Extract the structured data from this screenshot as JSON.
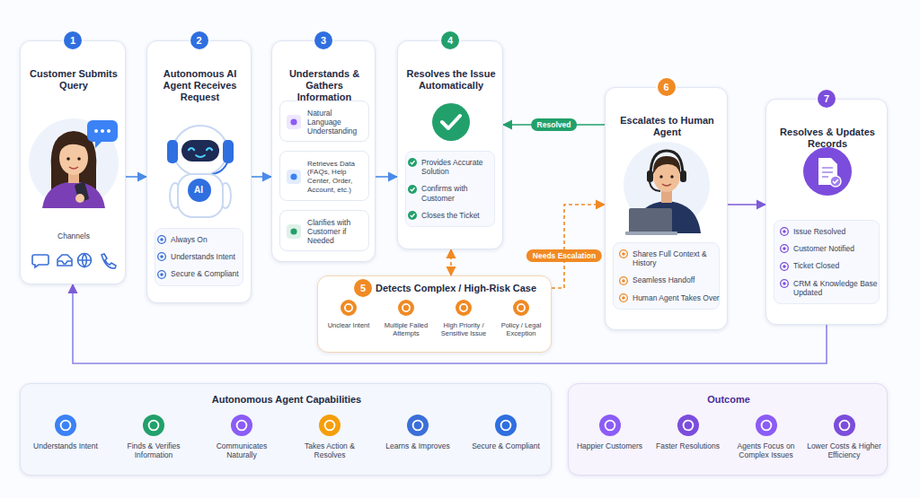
{
  "diagram": {
    "nodes": [
      {
        "text": [
          "Customer Submits Query",
          "Channels"
        ]
      },
      {
        "text": [
          "Autonomous AI Agent Receives Request",
          "Always On",
          "Understands Intent",
          "Secure & Compliant"
        ]
      },
      {
        "text": [
          "Understands & Gathers Information"
        ]
      },
      {
        "text": [
          "Natural Language Understanding"
        ],
        "in": 2
      },
      {
        "text": [
          "Retrieves Data (FAQs, Help Center, Order, Account, etc.)"
        ],
        "in": 2
      },
      {
        "text": [
          "Clarifies with Customer if Needed"
        ],
        "in": 2
      },
      {
        "text": [
          "Resolves the Issue Automatically",
          "Provides Accurate Solution",
          "Confirms with Customer",
          "Closes the Ticket"
        ]
      },
      {
        "text": [
          "Detects Complex / High-Risk Case",
          "Unclear Intent",
          "Multiple Failed Attempts",
          "High Priority / Sensitive Issue",
          "Policy / Legal Exception"
        ]
      },
      {
        "text": [
          "Escalates to Human Agent",
          "Shares Full Context & History",
          "Seamless Handoff",
          "Human Agent Takes Over"
        ]
      },
      {
        "text": [
          "Resolves & Updates Records",
          "Issue Resolved",
          "Customer Notified",
          "Ticket Closed",
          "CRM & Knowledge Base Updated"
        ]
      },
      {
        "text": [
          "Autonomous Agent Capabilities",
          "Understands Intent",
          "Finds & Verifies Information",
          "Communicates Naturally",
          "Takes Action & Resolves",
          "Learns & Improves",
          "Secure & Compliant"
        ]
      },
      {
        "text": [
          "Outcome",
          "Happier Customers",
          "Faster Resolutions",
          "Agents Focus on Complex Issues",
          "Lower Costs & Higher Efficiency"
        ]
      }
    ],
    "edges": [
      {
        "from": 0,
        "to": 1,
        "arrow": "to"
      },
      {
        "from": 1,
        "to": 2,
        "arrow": "to"
      },
      {
        "from": 2,
        "to": 6,
        "arrow": "to"
      },
      {
        "from": 8,
        "to": 6,
        "label": "Resolved",
        "arrow": "to"
      },
      {
        "from": 6,
        "to": 7,
        "arrow": "both"
      },
      {
        "from": 7,
        "to": 8,
        "label": "Needs Escalation",
        "arrow": "to"
      },
      {
        "from": 8,
        "to": 9,
        "arrow": "to"
      },
      {
        "from": 9,
        "to": 0,
        "arrow": "to"
      }
    ],
    "labels": [
      "1",
      "2",
      "3",
      "4",
      "5",
      "6",
      "7",
      "AI"
    ]
  }
}
